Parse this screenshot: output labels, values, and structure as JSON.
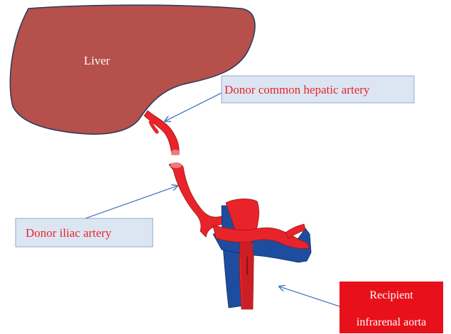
{
  "labels": {
    "liver": "Liver",
    "donor_hepatic": "Donor common hepatic artery",
    "donor_iliac": "Donor iliac artery",
    "recipient_line1": "Recipient",
    "recipient_line2": "infrarenal aorta"
  },
  "colors": {
    "liver_fill": "#b5504b",
    "liver_stroke": "#2b3a5c",
    "artery": "#e8242a",
    "vein": "#1e4da0",
    "callout_fill": "#dce6f2",
    "callout_stroke": "#8fa9cc",
    "callout_text": "#e8242a",
    "recipient_fill": "#e8101a",
    "recipient_text": "#ffffff",
    "arrow": "#4a7bbf"
  }
}
